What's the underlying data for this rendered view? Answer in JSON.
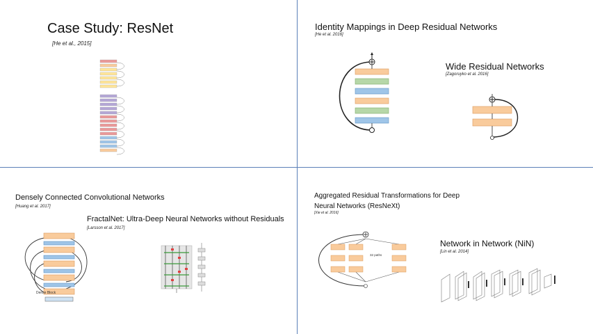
{
  "slides": {
    "resnet": {
      "title": "Case Study: ResNet",
      "cite": "[He et al., 2015]"
    },
    "identity": {
      "title": "Identity Mappings in Deep Residual Networks",
      "cite": "[He et al. 2016]"
    },
    "wide": {
      "title": "Wide Residual Networks",
      "cite": "[Zagoruyko et al. 2016]"
    },
    "densenet": {
      "title": "Densely Connected Convolutional Networks",
      "cite": "[Huang et al. 2017]",
      "caption": "Dense Block"
    },
    "fractal": {
      "title": "FractalNet: Ultra-Deep Neural Networks without Residuals",
      "cite": "[Larsson et al. 2017]"
    },
    "resnext": {
      "title_line1": "Aggregated Residual Transformations for Deep",
      "title_line2": "Neural Networks (ResNeXt)",
      "cite": "[Xie et al. 2016]",
      "paths_label": "32 paths"
    },
    "nin": {
      "title": "Network in Network (NiN)",
      "cite": "[Lin et al. 2014]"
    }
  },
  "colors": {
    "divider": "#5b7fb8",
    "block_orange": "#f9cb9c",
    "block_green": "#b6d7a8",
    "block_blue": "#9fc5e8",
    "block_purple": "#b4a7d6",
    "block_red": "#ea9999",
    "block_yellow": "#ffe599"
  }
}
